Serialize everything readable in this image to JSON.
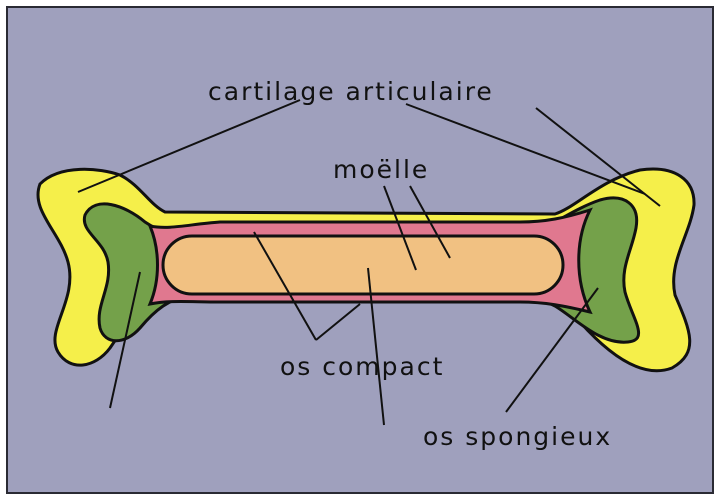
{
  "labels": {
    "articular_cartilage": "cartilage articulaire",
    "marrow": "moëlle",
    "compact_bone": "os compact",
    "spongy_bone": "os spongieux"
  },
  "colors": {
    "background": "#9fa0bd",
    "cartilage": "#f5ef4a",
    "spongy_bone": "#74a14a",
    "compact_bone": "#e0788f",
    "marrow": "#f1c182",
    "outline": "#111111"
  }
}
